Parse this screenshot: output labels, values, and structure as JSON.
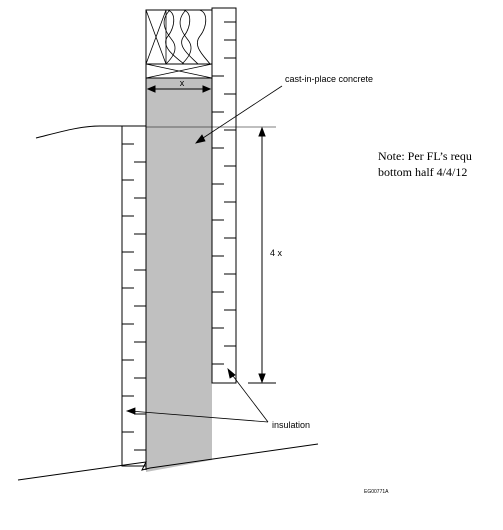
{
  "labels": {
    "concrete": "cast-in-place concrete",
    "x": "x",
    "four_x": "4 x",
    "insulation": "insulation",
    "note_line1": "Note: Per FL’s requ",
    "note_line2": "bottom half 4/4/12",
    "figure_id": "EG00771A"
  },
  "colors": {
    "concrete": "#c0c0c0",
    "stroke": "#000000"
  }
}
